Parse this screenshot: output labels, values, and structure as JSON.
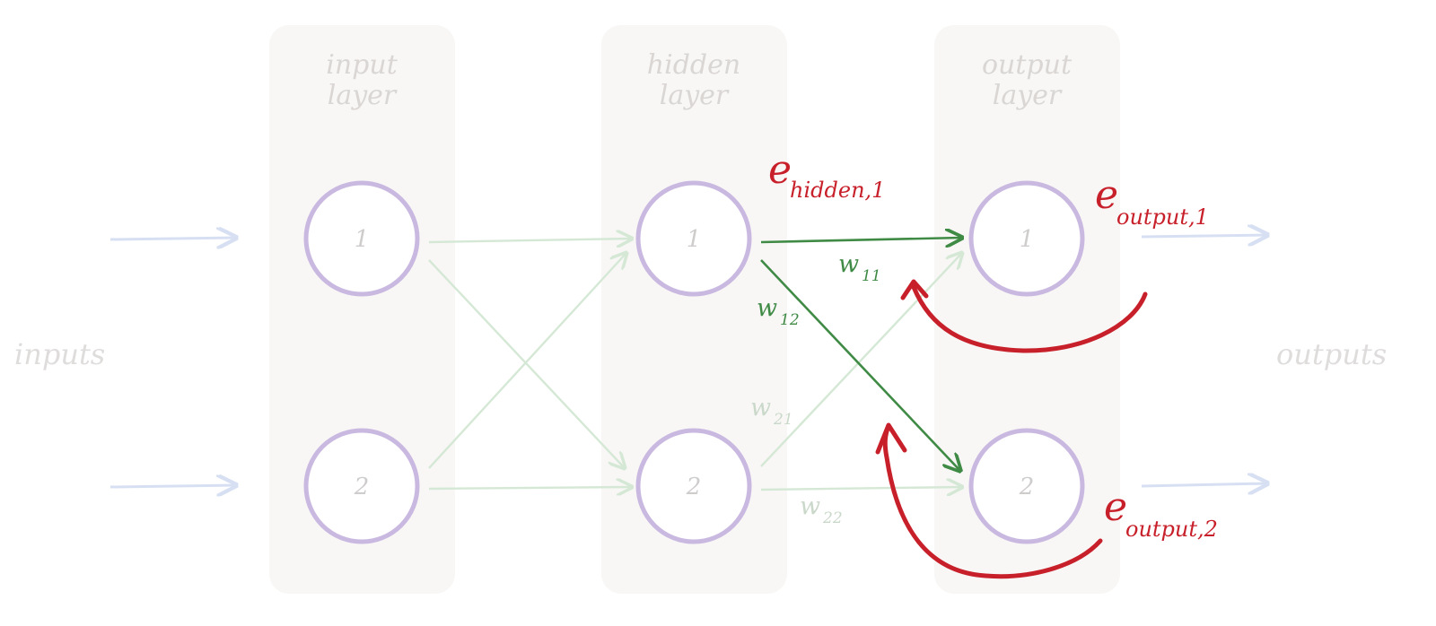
{
  "layers": [
    {
      "title_line1": "input",
      "title_line2": "layer",
      "nodes": [
        "1",
        "2"
      ]
    },
    {
      "title_line1": "hidden",
      "title_line2": "layer",
      "nodes": [
        "1",
        "2"
      ]
    },
    {
      "title_line1": "output",
      "title_line2": "layer",
      "nodes": [
        "1",
        "2"
      ]
    }
  ],
  "side_labels": {
    "left": "inputs",
    "right": "outputs"
  },
  "weights": {
    "w11": {
      "main": "w",
      "sub": "11"
    },
    "w12": {
      "main": "w",
      "sub": "12"
    },
    "w21": {
      "main": "w",
      "sub": "21"
    },
    "w22": {
      "main": "w",
      "sub": "22"
    }
  },
  "errors": {
    "hidden_1": {
      "main": "e",
      "sub": "hidden,1"
    },
    "output_1": {
      "main": "e",
      "sub": "output,1"
    },
    "output_2": {
      "main": "e",
      "sub": "output,2"
    }
  },
  "colors": {
    "panel": "#f8f7f6",
    "node_ring": "#c9b8e0",
    "input_arrow": "#d7e0f3",
    "faint_link": "#d5e8d5",
    "strong_link": "#3f8a45",
    "error_arrow": "#c8202a"
  }
}
